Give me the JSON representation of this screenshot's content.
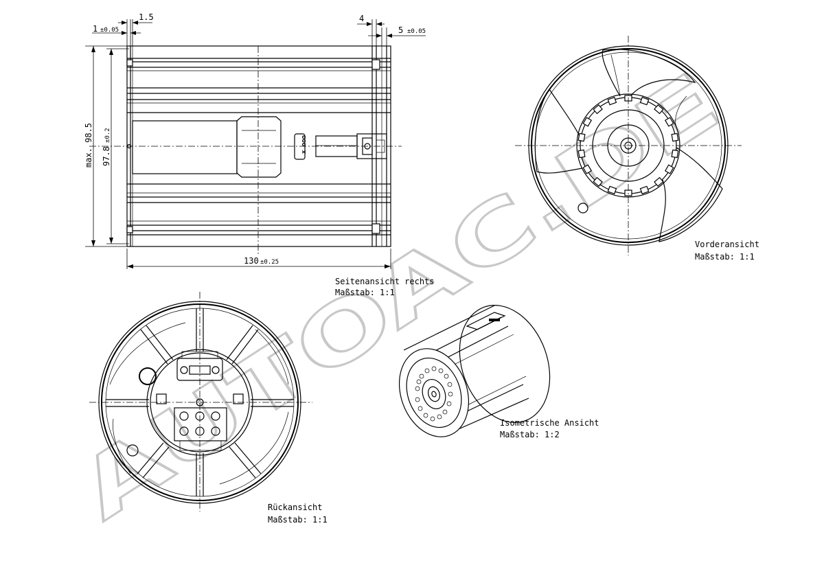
{
  "dimensions": {
    "d1": "1",
    "d1_tol": "±0.05",
    "d15": "1.5",
    "d4": "4",
    "d5": "5",
    "d5_tol": "±0.05",
    "dmax": "max. 98.5",
    "d978": "97.8",
    "d978_tol": "±0.2",
    "d130": "130",
    "d130_tol": "±0.25"
  },
  "housing_mark": "ooo x",
  "views": {
    "side": {
      "title": "Seitenansicht rechts",
      "scale": "Maßstab:  1:1"
    },
    "front": {
      "title": "Vorderansicht",
      "scale": "Maßstab:  1:1"
    },
    "rear": {
      "title": "Rückansicht",
      "scale": "Maßstab:  1:1"
    },
    "iso": {
      "title": "Isometrische Ansicht",
      "scale": "Maßstab:  1:2"
    }
  },
  "watermark": "AUTOAC.DE"
}
